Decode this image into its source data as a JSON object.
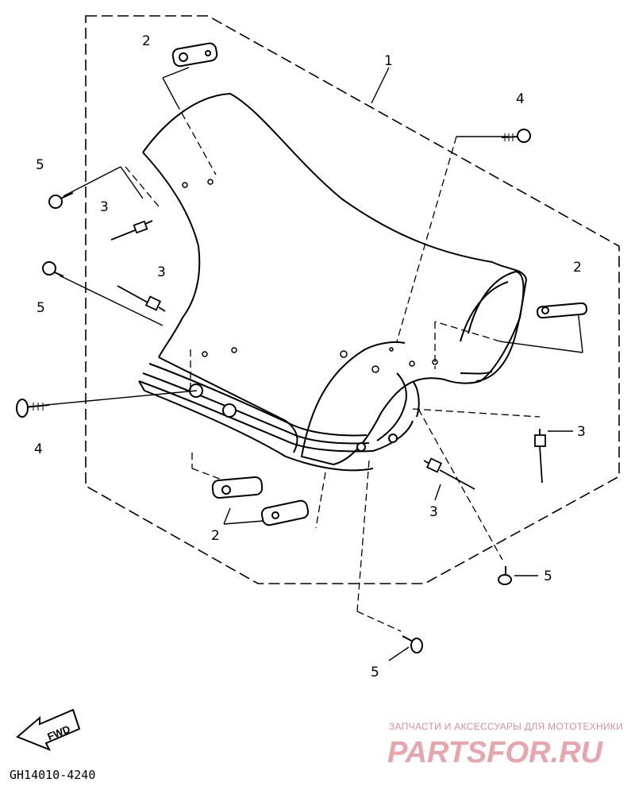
{
  "diagram": {
    "part_callouts": [
      {
        "id": "c2-top",
        "label": "2"
      },
      {
        "id": "c1",
        "label": "1"
      },
      {
        "id": "c4-top",
        "label": "4"
      },
      {
        "id": "c5-left-top",
        "label": "5"
      },
      {
        "id": "c3-left-top",
        "label": "3"
      },
      {
        "id": "c3-left-mid",
        "label": "3"
      },
      {
        "id": "c5-left-mid",
        "label": "5"
      },
      {
        "id": "c2-right",
        "label": "2"
      },
      {
        "id": "c4-left",
        "label": "4"
      },
      {
        "id": "c3-right",
        "label": "3"
      },
      {
        "id": "c3-bottom",
        "label": "3"
      },
      {
        "id": "c2-bottom",
        "label": "2"
      },
      {
        "id": "c5-right-bottom",
        "label": "5"
      },
      {
        "id": "c5-bottom",
        "label": "5"
      }
    ],
    "fwd_label": "FWD",
    "drawing_code": "GH14010-4240"
  },
  "watermark": {
    "tagline": "ЗАПЧАСТИ И АКСЕССУАРЫ ДЛЯ МОТОТЕХНИКИ",
    "brand": "PARTSFOR.RU",
    "colors": {
      "tagline": "#d2949a",
      "brand": "#e8a6ac"
    }
  },
  "colors": {
    "ink": "#000000",
    "paper": "#ffffff"
  }
}
